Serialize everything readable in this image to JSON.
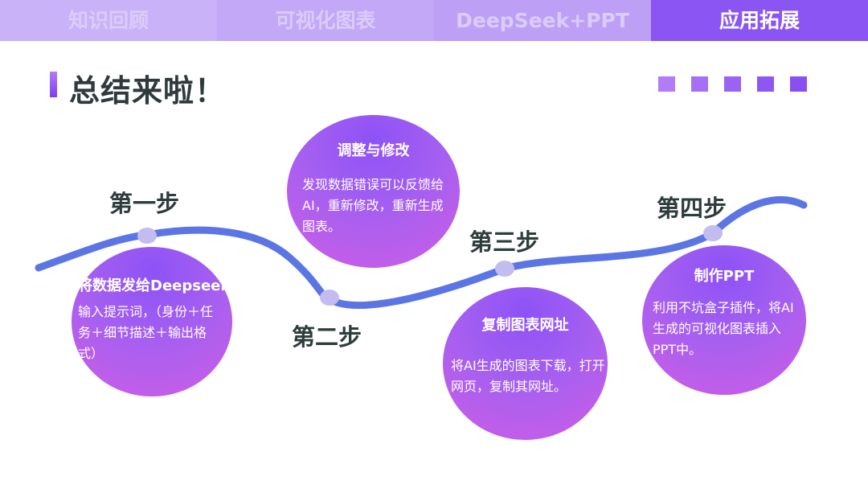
{
  "tabs": [
    {
      "label": "知识回顾",
      "active": false
    },
    {
      "label": "可视化图表",
      "active": false
    },
    {
      "label": "DeepSeek+PPT",
      "active": false
    },
    {
      "label": "应用拓展",
      "active": true
    }
  ],
  "page_title": "总结来啦！",
  "colors": {
    "accent": "#8a55f2",
    "wave": "#5b75e4",
    "wave_dot": "#c2bcf0",
    "title_text": "#2f3a3c",
    "squares": [
      "#b27cf8",
      "#a670f6",
      "#9a63f4",
      "#8e57f2",
      "#8a4ff0"
    ]
  },
  "steps": [
    {
      "label": "第一步",
      "heading": "将数据发给Deepseek",
      "body": "输入提示词，（身份＋任务＋细节描述＋输出格式）"
    },
    {
      "label": "第二步",
      "heading": "调整与修改",
      "body": "发现数据错误可以反馈给AI，重新修改，重新生成图表。"
    },
    {
      "label": "第三步",
      "heading": "复制图表网址",
      "body": "将AI生成的图表下载，打开网页，复制其网址。"
    },
    {
      "label": "第四步",
      "heading": "制作PPT",
      "body": "利用不坑盒子插件，将AI生成的可视化图表插入PPT中。"
    }
  ]
}
